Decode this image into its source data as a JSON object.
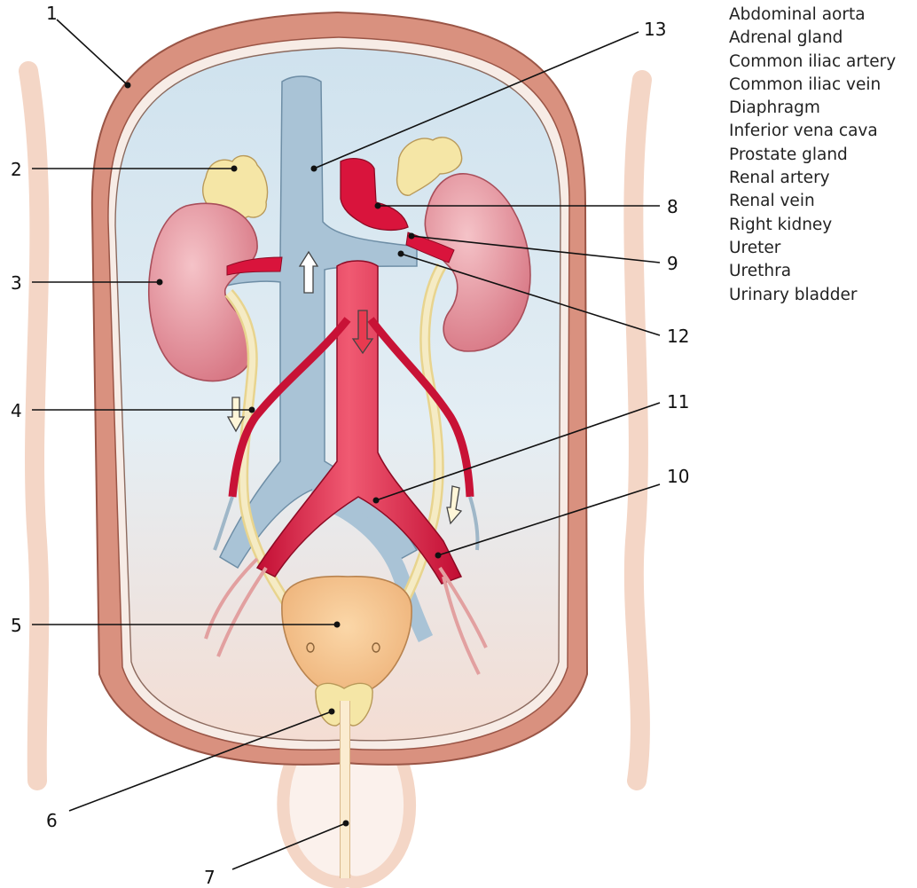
{
  "legend_terms": [
    "Abdominal aorta",
    "Adrenal gland",
    "Common iliac artery",
    "Common iliac vein",
    "Diaphragm",
    "Inferior vena cava",
    "Prostate gland",
    "Renal artery",
    "Renal vein",
    "Right kidney",
    "Ureter",
    "Urethra",
    "Urinary bladder"
  ],
  "callouts": [
    "1",
    "2",
    "3",
    "4",
    "5",
    "6",
    "7",
    "8",
    "9",
    "10",
    "11",
    "12",
    "13"
  ],
  "colors": {
    "vein": "#a9c3d6",
    "artery": "#d9143c",
    "kidney": "#de8a95",
    "bladder": "#f2c38e",
    "gland": "#f5e6a6",
    "ureter": "#f1e3aa",
    "skin": "#f4d6c6",
    "diaphragm": "#cf8a76",
    "cavity": "#d9e8f1"
  }
}
